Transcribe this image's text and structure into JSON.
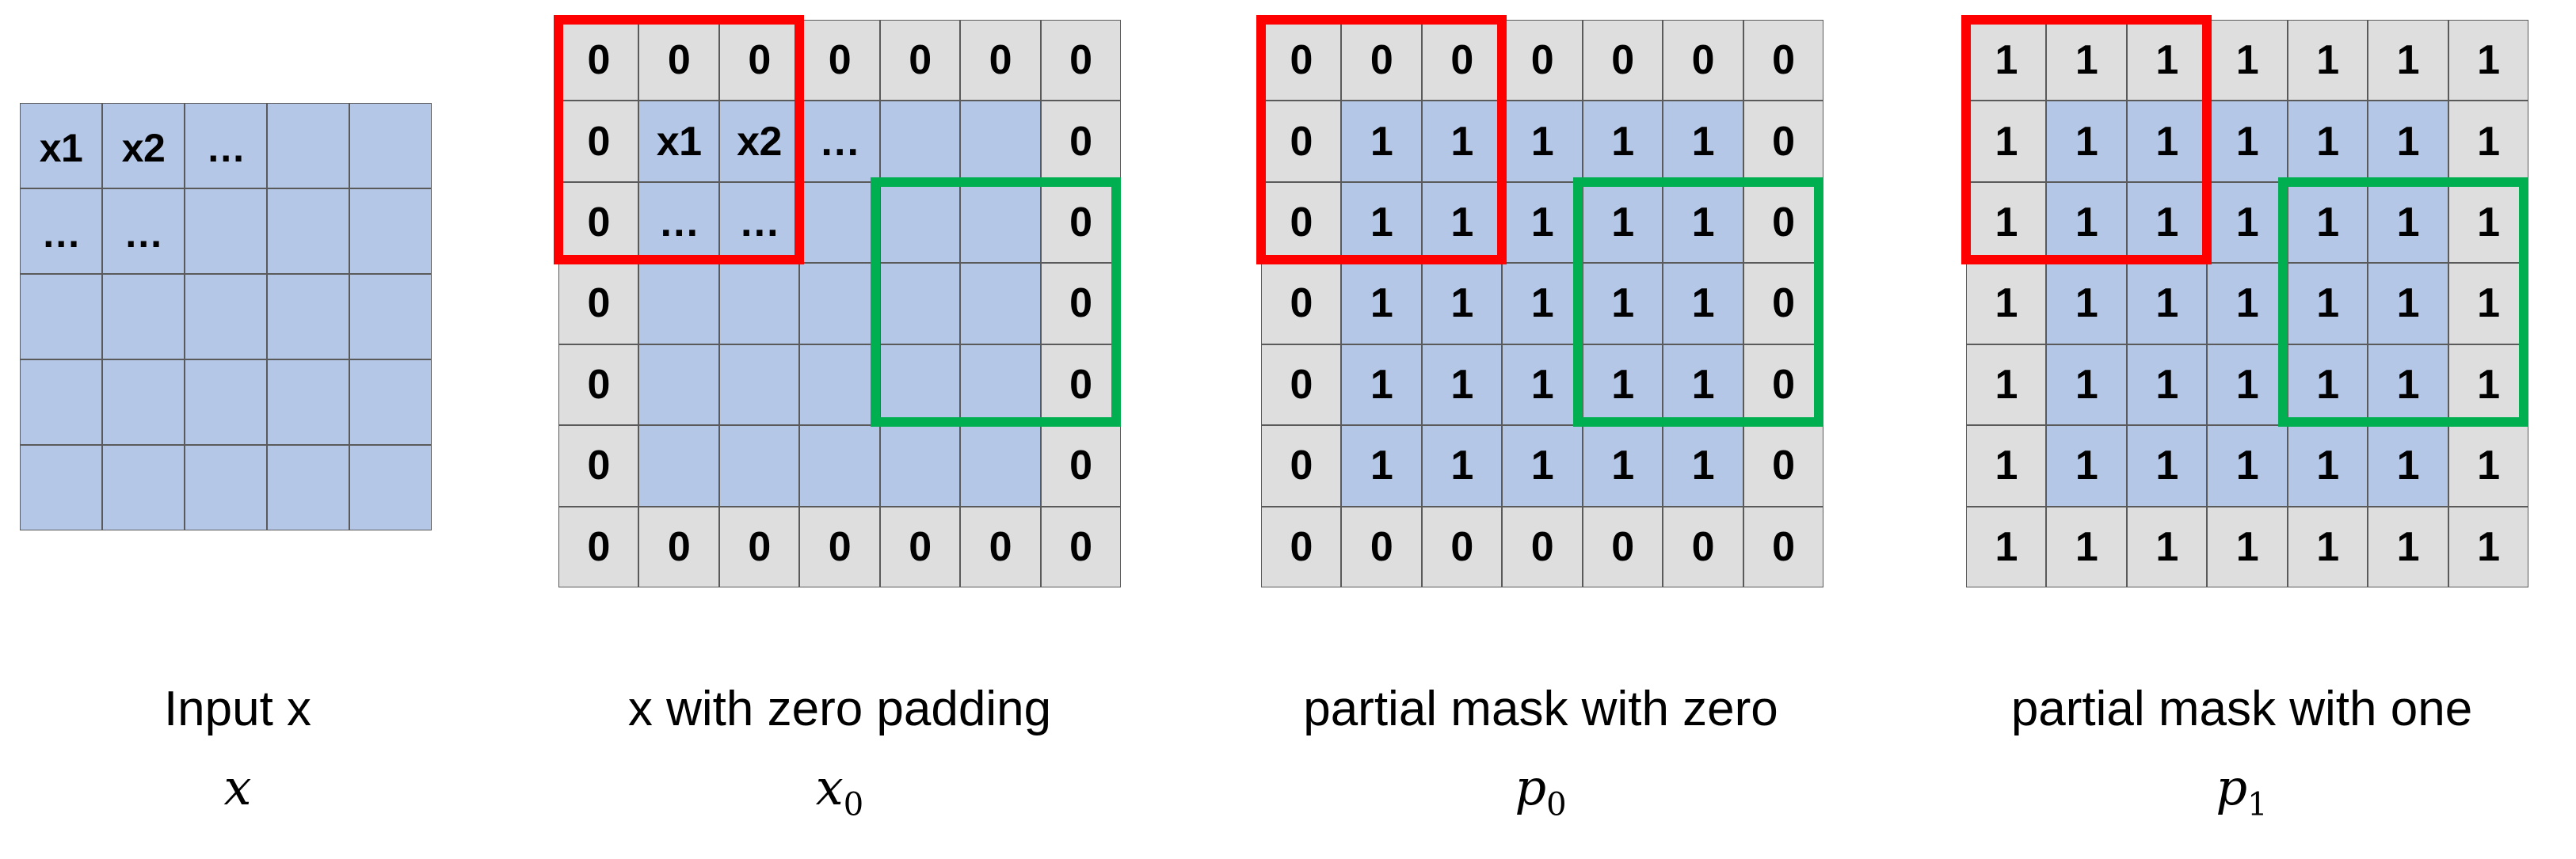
{
  "figure": {
    "background": "#ffffff",
    "colors": {
      "blue_cell": "#b4c7e7",
      "gray_cell": "#dedede",
      "cell_border": "#5a5a5a",
      "red_box": "#ff0000",
      "green_box": "#00b050",
      "text": "#000000"
    }
  },
  "panels": [
    {
      "id": "input",
      "caption_line1": "Input x",
      "caption_math": "x",
      "caption_sub": "",
      "rows": 5,
      "cols": 5,
      "cells": [
        [
          {
            "t": "x1",
            "c": "blue"
          },
          {
            "t": "x2",
            "c": "blue"
          },
          {
            "t": "…",
            "c": "blue"
          },
          {
            "t": "",
            "c": "blue"
          },
          {
            "t": "",
            "c": "blue"
          }
        ],
        [
          {
            "t": "…",
            "c": "blue"
          },
          {
            "t": "…",
            "c": "blue"
          },
          {
            "t": "",
            "c": "blue"
          },
          {
            "t": "",
            "c": "blue"
          },
          {
            "t": "",
            "c": "blue"
          }
        ],
        [
          {
            "t": "",
            "c": "blue"
          },
          {
            "t": "",
            "c": "blue"
          },
          {
            "t": "",
            "c": "blue"
          },
          {
            "t": "",
            "c": "blue"
          },
          {
            "t": "",
            "c": "blue"
          }
        ],
        [
          {
            "t": "",
            "c": "blue"
          },
          {
            "t": "",
            "c": "blue"
          },
          {
            "t": "",
            "c": "blue"
          },
          {
            "t": "",
            "c": "blue"
          },
          {
            "t": "",
            "c": "blue"
          }
        ],
        [
          {
            "t": "",
            "c": "blue"
          },
          {
            "t": "",
            "c": "blue"
          },
          {
            "t": "",
            "c": "blue"
          },
          {
            "t": "",
            "c": "blue"
          },
          {
            "t": "",
            "c": "blue"
          }
        ]
      ],
      "red_box": null,
      "green_box": null
    },
    {
      "id": "xpad",
      "caption_line1": "x with zero padding",
      "caption_math": "x",
      "caption_sub": "0",
      "rows": 7,
      "cols": 7,
      "cells": [
        [
          {
            "t": "0",
            "c": "gray"
          },
          {
            "t": "0",
            "c": "gray"
          },
          {
            "t": "0",
            "c": "gray"
          },
          {
            "t": "0",
            "c": "gray"
          },
          {
            "t": "0",
            "c": "gray"
          },
          {
            "t": "0",
            "c": "gray"
          },
          {
            "t": "0",
            "c": "gray"
          }
        ],
        [
          {
            "t": "0",
            "c": "gray"
          },
          {
            "t": "x1",
            "c": "blue"
          },
          {
            "t": "x2",
            "c": "blue"
          },
          {
            "t": "…",
            "c": "blue"
          },
          {
            "t": "",
            "c": "blue"
          },
          {
            "t": "",
            "c": "blue"
          },
          {
            "t": "0",
            "c": "gray"
          }
        ],
        [
          {
            "t": "0",
            "c": "gray"
          },
          {
            "t": "…",
            "c": "blue"
          },
          {
            "t": "…",
            "c": "blue"
          },
          {
            "t": "",
            "c": "blue"
          },
          {
            "t": "",
            "c": "blue"
          },
          {
            "t": "",
            "c": "blue"
          },
          {
            "t": "0",
            "c": "gray"
          }
        ],
        [
          {
            "t": "0",
            "c": "gray"
          },
          {
            "t": "",
            "c": "blue"
          },
          {
            "t": "",
            "c": "blue"
          },
          {
            "t": "",
            "c": "blue"
          },
          {
            "t": "",
            "c": "blue"
          },
          {
            "t": "",
            "c": "blue"
          },
          {
            "t": "0",
            "c": "gray"
          }
        ],
        [
          {
            "t": "0",
            "c": "gray"
          },
          {
            "t": "",
            "c": "blue"
          },
          {
            "t": "",
            "c": "blue"
          },
          {
            "t": "",
            "c": "blue"
          },
          {
            "t": "",
            "c": "blue"
          },
          {
            "t": "",
            "c": "blue"
          },
          {
            "t": "0",
            "c": "gray"
          }
        ],
        [
          {
            "t": "0",
            "c": "gray"
          },
          {
            "t": "",
            "c": "blue"
          },
          {
            "t": "",
            "c": "blue"
          },
          {
            "t": "",
            "c": "blue"
          },
          {
            "t": "",
            "c": "blue"
          },
          {
            "t": "",
            "c": "blue"
          },
          {
            "t": "0",
            "c": "gray"
          }
        ],
        [
          {
            "t": "0",
            "c": "gray"
          },
          {
            "t": "0",
            "c": "gray"
          },
          {
            "t": "0",
            "c": "gray"
          },
          {
            "t": "0",
            "c": "gray"
          },
          {
            "t": "0",
            "c": "gray"
          },
          {
            "t": "0",
            "c": "gray"
          },
          {
            "t": "0",
            "c": "gray"
          }
        ]
      ],
      "red_box": {
        "row_start": 0,
        "row_end": 2,
        "col_start": 0,
        "col_end": 2
      },
      "green_box": {
        "row_start": 2,
        "row_end": 4,
        "col_start": 4,
        "col_end": 6
      }
    },
    {
      "id": "p0",
      "caption_line1": "partial mask with zero",
      "caption_math": "p",
      "caption_sub": "0",
      "rows": 7,
      "cols": 7,
      "cells": [
        [
          {
            "t": "0",
            "c": "gray"
          },
          {
            "t": "0",
            "c": "gray"
          },
          {
            "t": "0",
            "c": "gray"
          },
          {
            "t": "0",
            "c": "gray"
          },
          {
            "t": "0",
            "c": "gray"
          },
          {
            "t": "0",
            "c": "gray"
          },
          {
            "t": "0",
            "c": "gray"
          }
        ],
        [
          {
            "t": "0",
            "c": "gray"
          },
          {
            "t": "1",
            "c": "blue"
          },
          {
            "t": "1",
            "c": "blue"
          },
          {
            "t": "1",
            "c": "blue"
          },
          {
            "t": "1",
            "c": "blue"
          },
          {
            "t": "1",
            "c": "blue"
          },
          {
            "t": "0",
            "c": "gray"
          }
        ],
        [
          {
            "t": "0",
            "c": "gray"
          },
          {
            "t": "1",
            "c": "blue"
          },
          {
            "t": "1",
            "c": "blue"
          },
          {
            "t": "1",
            "c": "blue"
          },
          {
            "t": "1",
            "c": "blue"
          },
          {
            "t": "1",
            "c": "blue"
          },
          {
            "t": "0",
            "c": "gray"
          }
        ],
        [
          {
            "t": "0",
            "c": "gray"
          },
          {
            "t": "1",
            "c": "blue"
          },
          {
            "t": "1",
            "c": "blue"
          },
          {
            "t": "1",
            "c": "blue"
          },
          {
            "t": "1",
            "c": "blue"
          },
          {
            "t": "1",
            "c": "blue"
          },
          {
            "t": "0",
            "c": "gray"
          }
        ],
        [
          {
            "t": "0",
            "c": "gray"
          },
          {
            "t": "1",
            "c": "blue"
          },
          {
            "t": "1",
            "c": "blue"
          },
          {
            "t": "1",
            "c": "blue"
          },
          {
            "t": "1",
            "c": "blue"
          },
          {
            "t": "1",
            "c": "blue"
          },
          {
            "t": "0",
            "c": "gray"
          }
        ],
        [
          {
            "t": "0",
            "c": "gray"
          },
          {
            "t": "1",
            "c": "blue"
          },
          {
            "t": "1",
            "c": "blue"
          },
          {
            "t": "1",
            "c": "blue"
          },
          {
            "t": "1",
            "c": "blue"
          },
          {
            "t": "1",
            "c": "blue"
          },
          {
            "t": "0",
            "c": "gray"
          }
        ],
        [
          {
            "t": "0",
            "c": "gray"
          },
          {
            "t": "0",
            "c": "gray"
          },
          {
            "t": "0",
            "c": "gray"
          },
          {
            "t": "0",
            "c": "gray"
          },
          {
            "t": "0",
            "c": "gray"
          },
          {
            "t": "0",
            "c": "gray"
          },
          {
            "t": "0",
            "c": "gray"
          }
        ]
      ],
      "red_box": {
        "row_start": 0,
        "row_end": 2,
        "col_start": 0,
        "col_end": 2
      },
      "green_box": {
        "row_start": 2,
        "row_end": 4,
        "col_start": 4,
        "col_end": 6
      }
    },
    {
      "id": "p1",
      "caption_line1": "partial mask with one",
      "caption_math": "p",
      "caption_sub": "1",
      "rows": 7,
      "cols": 7,
      "cells": [
        [
          {
            "t": "1",
            "c": "gray"
          },
          {
            "t": "1",
            "c": "gray"
          },
          {
            "t": "1",
            "c": "gray"
          },
          {
            "t": "1",
            "c": "gray"
          },
          {
            "t": "1",
            "c": "gray"
          },
          {
            "t": "1",
            "c": "gray"
          },
          {
            "t": "1",
            "c": "gray"
          }
        ],
        [
          {
            "t": "1",
            "c": "gray"
          },
          {
            "t": "1",
            "c": "blue"
          },
          {
            "t": "1",
            "c": "blue"
          },
          {
            "t": "1",
            "c": "blue"
          },
          {
            "t": "1",
            "c": "blue"
          },
          {
            "t": "1",
            "c": "blue"
          },
          {
            "t": "1",
            "c": "gray"
          }
        ],
        [
          {
            "t": "1",
            "c": "gray"
          },
          {
            "t": "1",
            "c": "blue"
          },
          {
            "t": "1",
            "c": "blue"
          },
          {
            "t": "1",
            "c": "blue"
          },
          {
            "t": "1",
            "c": "blue"
          },
          {
            "t": "1",
            "c": "blue"
          },
          {
            "t": "1",
            "c": "gray"
          }
        ],
        [
          {
            "t": "1",
            "c": "gray"
          },
          {
            "t": "1",
            "c": "blue"
          },
          {
            "t": "1",
            "c": "blue"
          },
          {
            "t": "1",
            "c": "blue"
          },
          {
            "t": "1",
            "c": "blue"
          },
          {
            "t": "1",
            "c": "blue"
          },
          {
            "t": "1",
            "c": "gray"
          }
        ],
        [
          {
            "t": "1",
            "c": "gray"
          },
          {
            "t": "1",
            "c": "blue"
          },
          {
            "t": "1",
            "c": "blue"
          },
          {
            "t": "1",
            "c": "blue"
          },
          {
            "t": "1",
            "c": "blue"
          },
          {
            "t": "1",
            "c": "blue"
          },
          {
            "t": "1",
            "c": "gray"
          }
        ],
        [
          {
            "t": "1",
            "c": "gray"
          },
          {
            "t": "1",
            "c": "blue"
          },
          {
            "t": "1",
            "c": "blue"
          },
          {
            "t": "1",
            "c": "blue"
          },
          {
            "t": "1",
            "c": "blue"
          },
          {
            "t": "1",
            "c": "blue"
          },
          {
            "t": "1",
            "c": "gray"
          }
        ],
        [
          {
            "t": "1",
            "c": "gray"
          },
          {
            "t": "1",
            "c": "gray"
          },
          {
            "t": "1",
            "c": "gray"
          },
          {
            "t": "1",
            "c": "gray"
          },
          {
            "t": "1",
            "c": "gray"
          },
          {
            "t": "1",
            "c": "gray"
          },
          {
            "t": "1",
            "c": "gray"
          }
        ]
      ],
      "red_box": {
        "row_start": 0,
        "row_end": 2,
        "col_start": 0,
        "col_end": 2
      },
      "green_box": {
        "row_start": 2,
        "row_end": 4,
        "col_start": 4,
        "col_end": 6
      }
    }
  ]
}
